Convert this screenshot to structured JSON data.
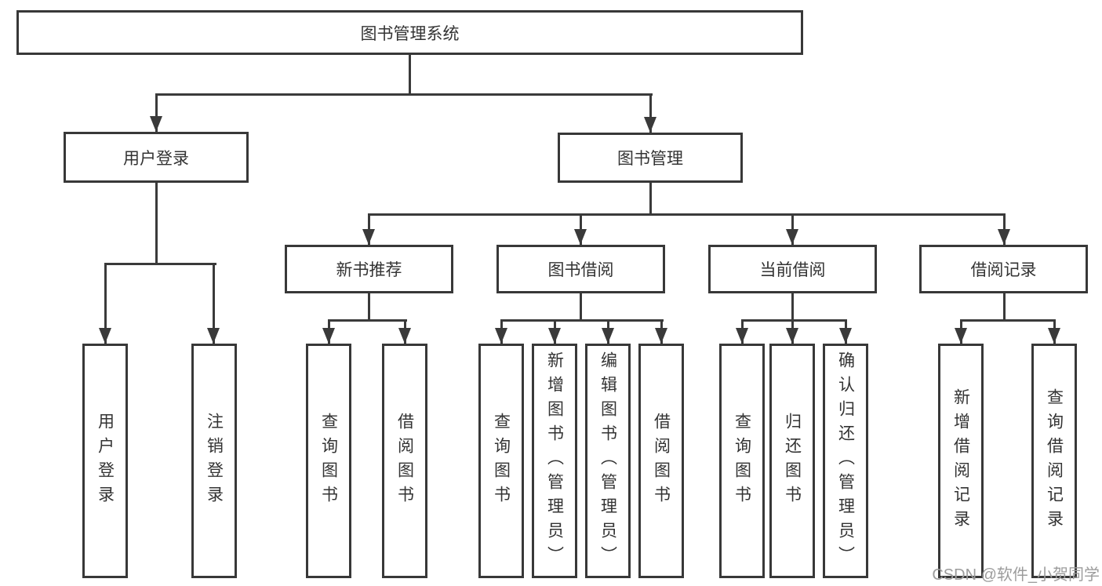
{
  "diagram": {
    "type": "hierarchy",
    "colors": {
      "line": "#3a3a3a",
      "border": "#383838",
      "text": "#333333",
      "watermark": "#9c9c9c",
      "background": "#ffffff"
    },
    "root": {
      "label": "图书管理系统"
    },
    "level2": [
      {
        "label": "用户登录"
      },
      {
        "label": "图书管理"
      }
    ],
    "level3": [
      {
        "label": "新书推荐",
        "parent": "图书管理"
      },
      {
        "label": "图书借阅",
        "parent": "图书管理"
      },
      {
        "label": "当前借阅",
        "parent": "图书管理"
      },
      {
        "label": "借阅记录",
        "parent": "图书管理"
      }
    ],
    "leaves": [
      {
        "label": "用户登录",
        "parent": "用户登录"
      },
      {
        "label": "注销登录",
        "parent": "用户登录"
      },
      {
        "label": "查询图书",
        "parent": "新书推荐"
      },
      {
        "label": "借阅图书",
        "parent": "新书推荐"
      },
      {
        "label": "查询图书",
        "parent": "图书借阅"
      },
      {
        "label": "新增图书（管理员）",
        "parent": "图书借阅"
      },
      {
        "label": "编辑图书（管理员）",
        "parent": "图书借阅"
      },
      {
        "label": "借阅图书",
        "parent": "图书借阅"
      },
      {
        "label": "查询图书",
        "parent": "当前借阅"
      },
      {
        "label": "归还图书",
        "parent": "当前借阅"
      },
      {
        "label": "确认归还（管理员）",
        "parent": "当前借阅"
      },
      {
        "label": "新增借阅记录",
        "parent": "借阅记录"
      },
      {
        "label": "查询借阅记录",
        "parent": "借阅记录"
      }
    ]
  },
  "watermark": {
    "text": "CSDN @软件_小贺同学"
  }
}
